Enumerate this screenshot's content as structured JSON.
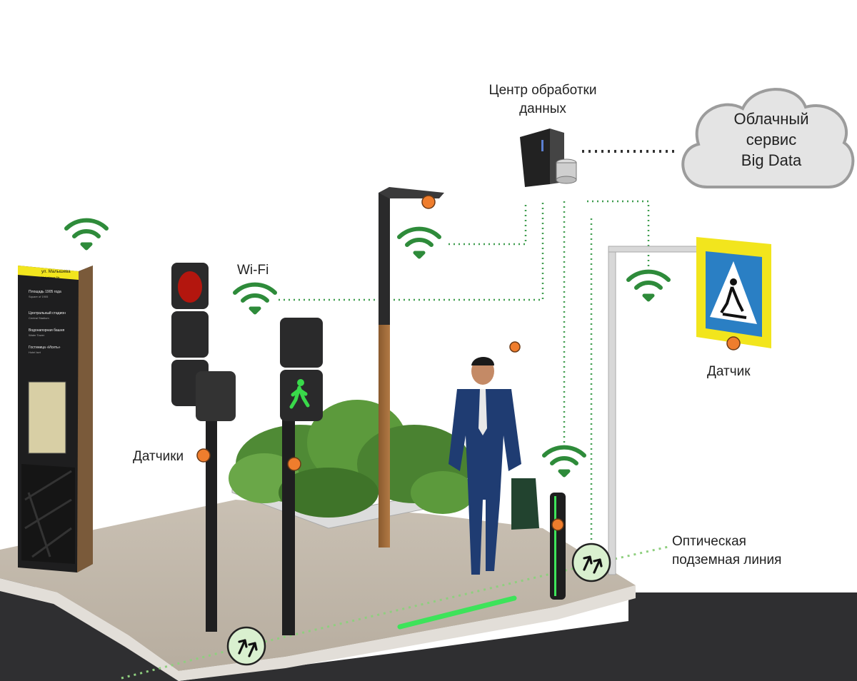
{
  "labels": {
    "data_center_line1": "Центр обработки",
    "data_center_line2": "данных",
    "cloud_line1": "Облачный",
    "cloud_line2": "сервис",
    "cloud_line3": "Big Data",
    "wifi": "Wi-Fi",
    "sensors": "Датчики",
    "sensor": "Датчик",
    "optical_line1": "Оптическая",
    "optical_line2": "подземная линия"
  },
  "kiosk": {
    "street": "ул. Малышева",
    "street_sub": "Malysheva Str.",
    "items": [
      {
        "title": "Площадь 1905 года",
        "sub": "Square of 1905"
      },
      {
        "title": "Центральный стадион",
        "sub": "Central Stadium"
      },
      {
        "title": "Водонапорная башня",
        "sub": "Water Tower"
      },
      {
        "title": "Гостиница «Исеть»",
        "sub": "Hotel Iset"
      }
    ]
  },
  "colors": {
    "wifi": "#2e8b3a",
    "sensor": "#ef7d2d",
    "fiber": "#5fae5f",
    "cloud": "#e4e4e4",
    "sign_bg": "#f2e51d",
    "sign_blue": "#2a7fc4"
  },
  "icons": {
    "wifi": "wifi-icon",
    "sensor": "sensor-dot-icon",
    "fiber": "double-arrow-up-icon",
    "server": "server-icon",
    "cloud": "cloud-icon"
  }
}
